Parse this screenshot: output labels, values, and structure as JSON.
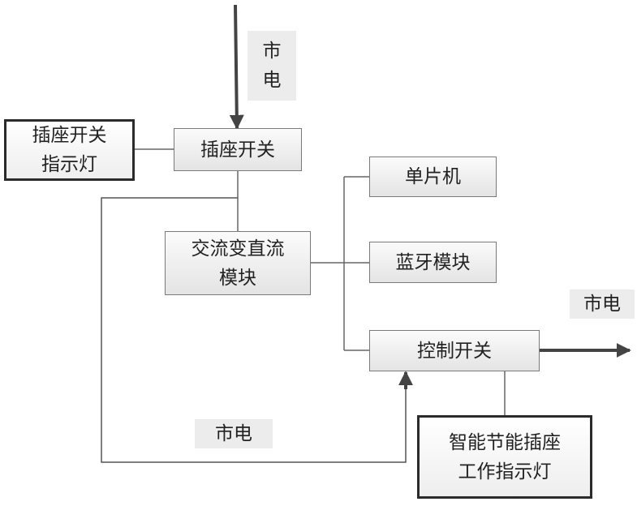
{
  "diagram": {
    "nodes": {
      "socket_switch": "插座开关",
      "socket_indicator": "插座开关\n指示灯",
      "ac_dc_module": "交流变直流\n模块",
      "mcu": "单片机",
      "bluetooth_module": "蓝牙模块",
      "control_switch": "控制开关",
      "working_indicator": "智能节能插座\n工作指示灯"
    },
    "labels": {
      "mains_top": "市\n电",
      "mains_right": "市电",
      "mains_bottom": "市电"
    },
    "edges": [
      {
        "from": "mains_top",
        "to": "socket_switch",
        "arrow": true
      },
      {
        "from": "socket_indicator",
        "to": "socket_switch",
        "arrow": false
      },
      {
        "from": "socket_switch",
        "to": "ac_dc_module",
        "arrow": false
      },
      {
        "from": "ac_dc_module",
        "to": "mcu",
        "arrow": false
      },
      {
        "from": "ac_dc_module",
        "to": "bluetooth_module",
        "arrow": false
      },
      {
        "from": "ac_dc_module",
        "to": "control_switch",
        "arrow": false
      },
      {
        "from": "socket_switch",
        "to": "control_switch",
        "via": "mains_bottom",
        "arrow": true
      },
      {
        "from": "control_switch",
        "to": "mains_right",
        "arrow": true
      },
      {
        "from": "control_switch",
        "to": "working_indicator",
        "arrow": false
      }
    ],
    "colors": {
      "line": "#555555",
      "heavy_line": "#444444",
      "box_border": "#7a7a7a",
      "emphasis_border": "#2b2b2b",
      "label_bg": "#ececec"
    }
  }
}
